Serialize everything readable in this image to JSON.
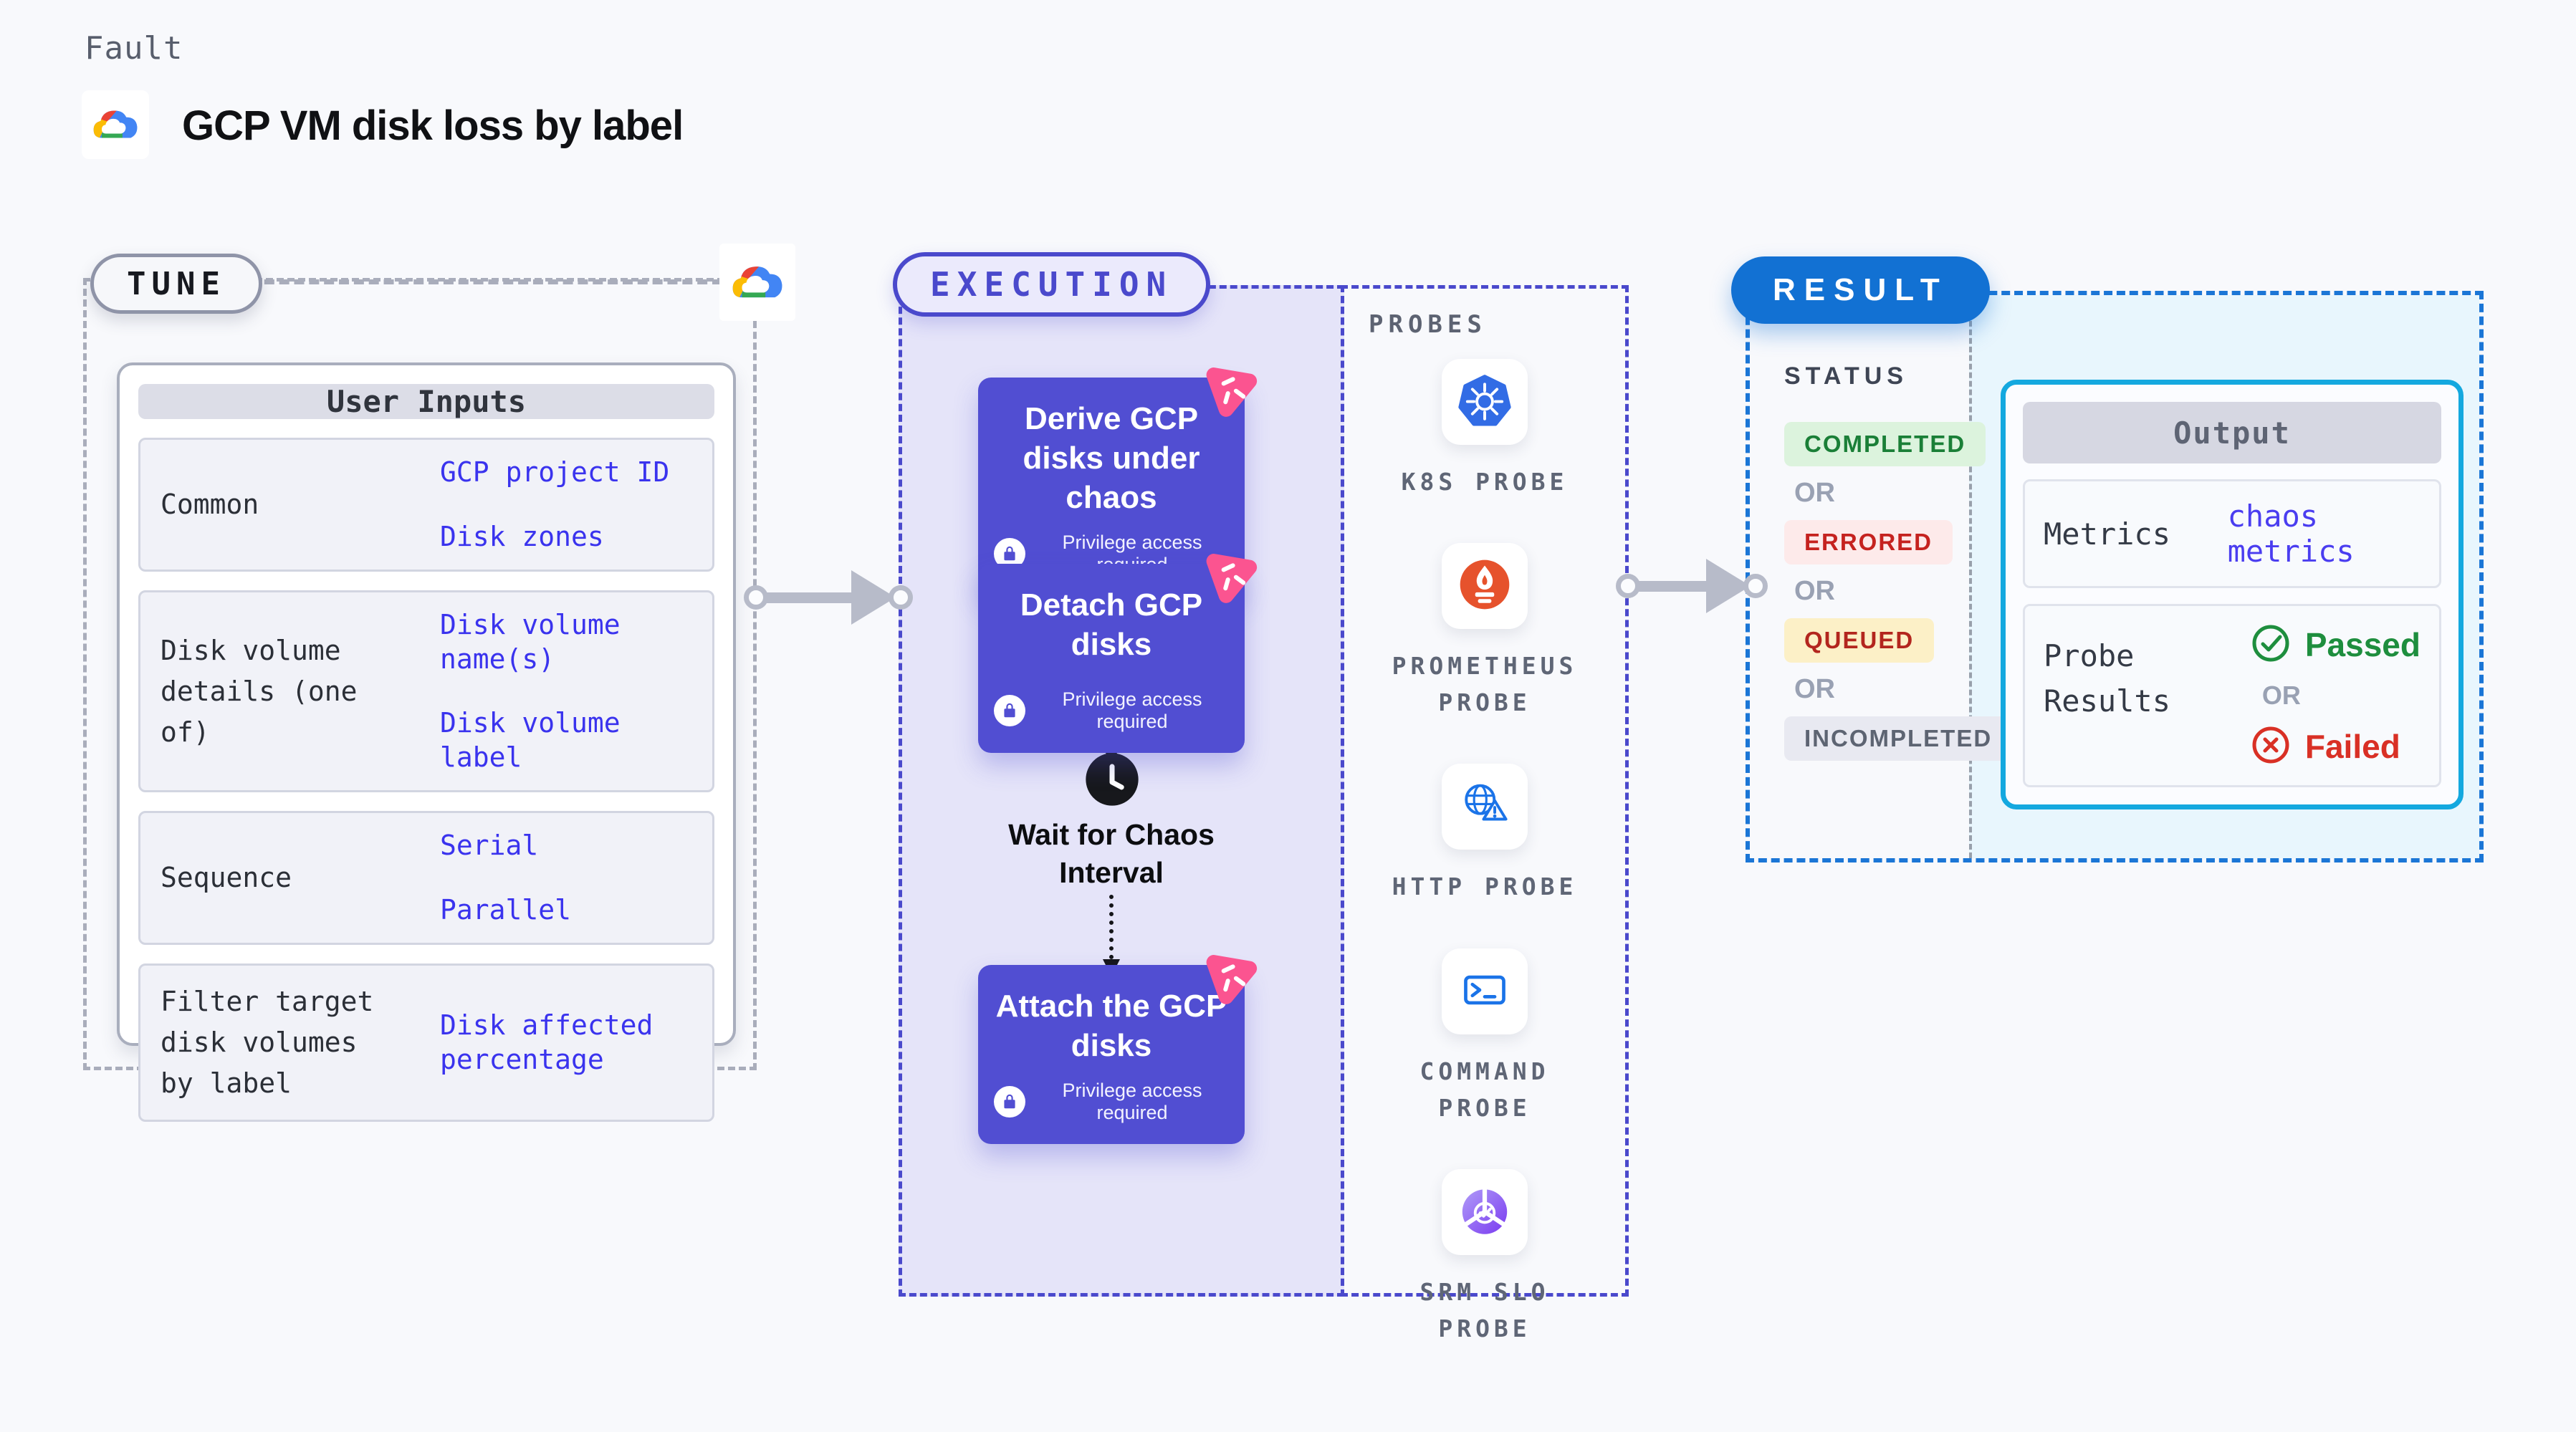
{
  "page": {
    "kicker": "Fault",
    "title": "GCP VM disk loss by label"
  },
  "tune": {
    "badge": "TUNE",
    "table": {
      "header": "User Inputs",
      "rows": [
        {
          "label": "Common",
          "values": [
            "GCP project ID",
            "Disk zones"
          ]
        },
        {
          "label": "Disk volume details (one of)",
          "values": [
            "Disk volume name(s)",
            "Disk volume label"
          ]
        },
        {
          "label": "Sequence",
          "values": [
            "Serial",
            "Parallel"
          ]
        },
        {
          "label": "Filter target disk volumes by label",
          "values": [
            "Disk affected percentage"
          ]
        }
      ]
    }
  },
  "execution": {
    "badge": "EXECUTION",
    "nodes": [
      {
        "title": "Derive GCP disks under chaos",
        "note": "Privilege access required"
      },
      {
        "title": "Detach GCP disks",
        "note": "Privilege access required"
      },
      {
        "title": "Attach the GCP disks",
        "note": "Privilege access required"
      }
    ],
    "wait_label": "Wait for Chaos Interval"
  },
  "probes": {
    "label": "PROBES",
    "items": [
      {
        "name": "K8S PROBE",
        "icon": "kubernetes-icon"
      },
      {
        "name": "PROMETHEUS PROBE",
        "icon": "prometheus-icon"
      },
      {
        "name": "HTTP PROBE",
        "icon": "http-globe-warning-icon"
      },
      {
        "name": "COMMAND PROBE",
        "icon": "terminal-icon"
      },
      {
        "name": "SRM SLO PROBE",
        "icon": "srm-slo-icon"
      }
    ]
  },
  "result": {
    "badge": "RESULT",
    "status_label": "STATUS",
    "or_label": "OR",
    "statuses": [
      {
        "label": "COMPLETED"
      },
      {
        "label": "ERRORED"
      },
      {
        "label": "QUEUED"
      },
      {
        "label": "INCOMPLETED"
      }
    ],
    "output": {
      "header": "Output",
      "metrics_label": "Metrics",
      "metrics_value": "chaos metrics",
      "probe_results_label": "Probe Results",
      "passed_label": "Passed",
      "failed_label": "Failed"
    }
  },
  "colors": {
    "accent_indigo": "#4a49cc",
    "node_purple": "#514ed2",
    "pink_flag": "#fb5490",
    "result_blue": "#1271d3",
    "output_border_cyan": "#14a8df",
    "link_blue": "#3a33ee",
    "passed_green": "#1e8e3e",
    "failed_red": "#d93025",
    "arrow_gray": "#b7bbc9"
  }
}
